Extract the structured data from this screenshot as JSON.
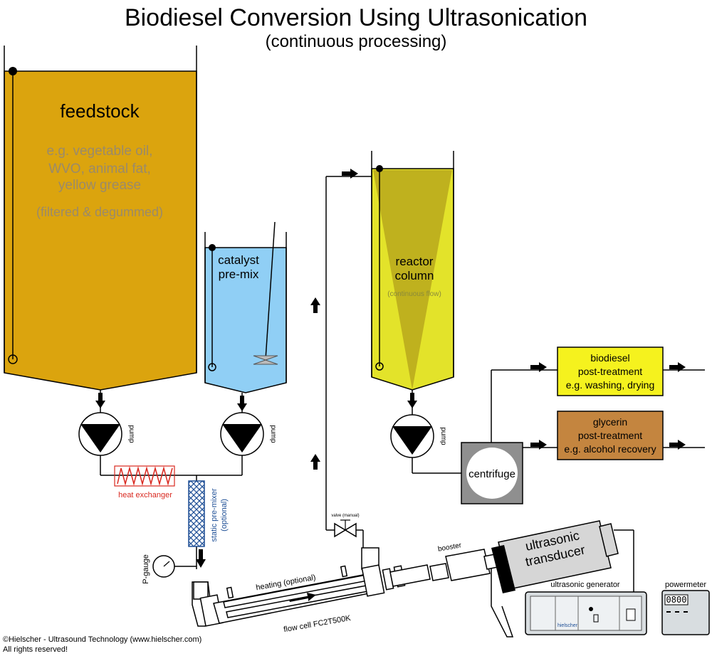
{
  "title": "Biodiesel Conversion Using Ultrasonication",
  "subtitle": "(continuous processing)",
  "feedstock": {
    "name": "feedstock",
    "examples": [
      "e.g. vegetable oil,",
      "WVO, animal fat,",
      "yellow grease"
    ],
    "note": "(filtered & degummed)"
  },
  "catalyst": {
    "line1": "catalyst",
    "line2": "pre-mix"
  },
  "reactor": {
    "line1": "reactor",
    "line2": "column",
    "note": "(continuous flow)"
  },
  "pump_label": "pump",
  "heat_exchanger_label": "heat exchanger",
  "static_mixer": {
    "line1": "static pre-mixer",
    "line2": "(optional)"
  },
  "p_gauge_label": "P-gauge",
  "heating_label": "heating (optional)",
  "flow_cell_label": "flow cell FC2T500K",
  "valve_label": "valve (manual)",
  "booster_label": "booster",
  "transducer": {
    "line1": "ultrasonic",
    "line2": "transducer"
  },
  "generator_label": "ultrasonic generator",
  "generator_brand": "hielscher",
  "powermeter": {
    "label": "powermeter",
    "reading": "0800"
  },
  "centrifuge_label": "centrifuge",
  "biodiesel_box": {
    "line1": "biodiesel",
    "line2": "post-treatment",
    "line3": "e.g. washing, drying"
  },
  "glycerin_box": {
    "line1": "glycerin",
    "line2": "post-treatment",
    "line3": "e.g. alcohol recovery"
  },
  "copyright": {
    "line1": "©Hielscher - Ultrasound Technology (www.hielscher.com)",
    "line2": "All rights reserved!"
  },
  "colors": {
    "feedstock": "#dba40e",
    "catalyst": "#90cff5",
    "reactor": "#e3e32a",
    "reactor_cone": "#b9a81c",
    "biodiesel": "#f5f21e",
    "glycerin": "#c4853f",
    "heat_exchanger": "#d9281f",
    "mixer": "#1e4f96"
  }
}
